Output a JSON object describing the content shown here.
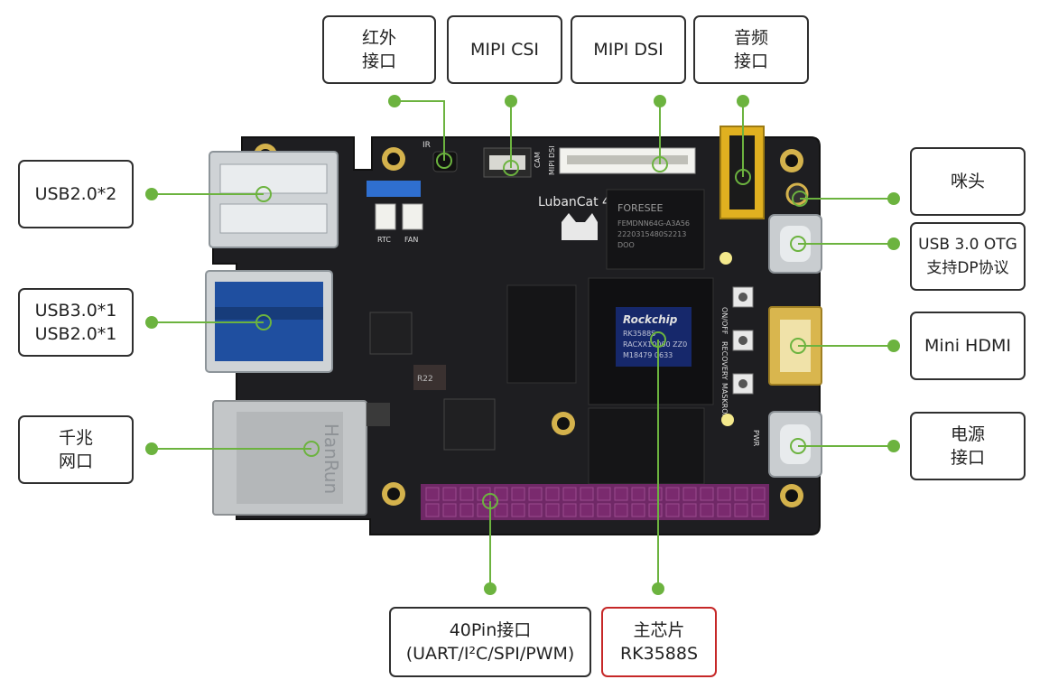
{
  "callouts": {
    "ir": {
      "line1": "红外",
      "line2": "接口"
    },
    "mipi_csi": {
      "line1": "MIPI CSI"
    },
    "mipi_dsi": {
      "line1": "MIPI DSI"
    },
    "audio": {
      "line1": "音频",
      "line2": "接口"
    },
    "usb20x2": {
      "line1": "USB2.0*2"
    },
    "usb30_usb20": {
      "line1": "USB3.0*1",
      "line2": "USB2.0*1"
    },
    "gigabit": {
      "line1": "千兆",
      "line2": "网口"
    },
    "mic": {
      "line1": "咪头"
    },
    "usb30_otg": {
      "line1": "USB 3.0 OTG",
      "line2": "支持DP协议"
    },
    "mini_hdmi": {
      "line1": "Mini HDMI"
    },
    "power": {
      "line1": "电源",
      "line2": "接口"
    },
    "gpio40": {
      "line1": "40Pin接口",
      "line2": "(UART/I²C/SPI/PWM)"
    },
    "soc": {
      "line1": "主芯片",
      "line2": "RK3588S"
    }
  },
  "board": {
    "model_text": "LubanCat 4",
    "soc_brand": "Rockchip",
    "soc_line2": "RK3588S",
    "soc_line3": "RACXX10000 ZZ0",
    "soc_line4": "M18479 0633",
    "mem_brand": "FORESEE",
    "mem_line2": "FEMDNN64G-A3A56",
    "mem_line3": "2220315480S2213",
    "mem_line4": "DOO",
    "rj45_brand": "HanRun",
    "silk_ir": "IR",
    "silk_cam": "CAM",
    "silk_mipi_dsi": "MIPI DSI",
    "silk_rtc": "RTC",
    "silk_fan": "FAN",
    "silk_onoff": "ON/OFF",
    "silk_recovery": "RECOVERY",
    "silk_maskrom": "MASKROM",
    "silk_pwr": "PWR",
    "silk_r22": "R22"
  },
  "colors": {
    "pcb": "#1e1e21",
    "callout_dot": "#6cb33f",
    "callout_border": "#2f2f2f",
    "highlight_border": "#c62828",
    "header_pins": "#7a2a6e",
    "gold": "#d4b24c"
  }
}
